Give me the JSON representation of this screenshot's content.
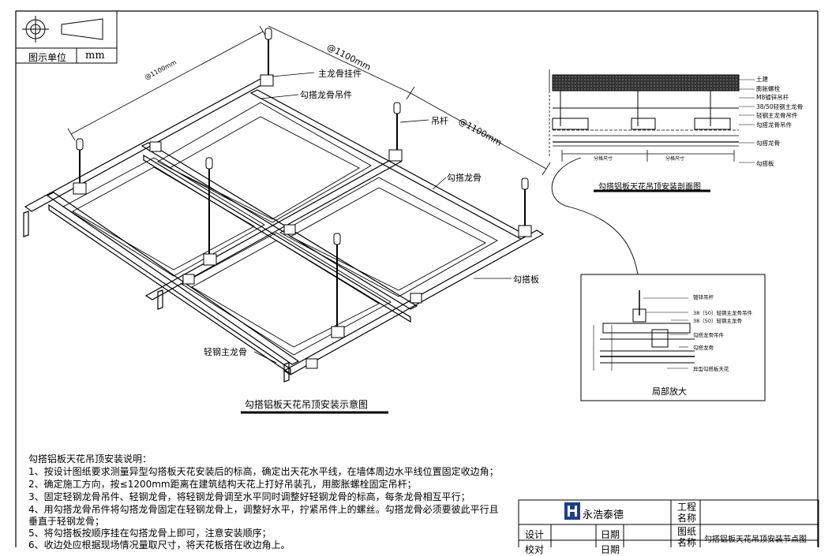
{
  "symbol_box": {
    "label": "图示单位",
    "unit": "mm"
  },
  "main_drawing": {
    "title": "勾搭铝板天花吊顶安装示意图",
    "dim_top_left": "@1100mm",
    "dim_top_right": "@1100mm",
    "dim_right": "@1100mm",
    "labels": {
      "main_hanger": "主龙骨挂件",
      "hook_hanger": "勾搭龙骨吊件",
      "rod": "吊杆",
      "hook_keel": "勾搭龙骨",
      "hook_panel": "勾搭板",
      "light_steel_main": "轻钢主龙骨"
    }
  },
  "section_drawing": {
    "title": "勾搭铝板天花吊顶安装剖面图",
    "labels": [
      "土建",
      "膨胀螺栓",
      "M8镀锌吊杆",
      "38/50轻钢主龙骨",
      "轻钢主龙骨吊件",
      "勾搭龙骨吊件",
      "勾搭龙骨",
      "勾搭板"
    ],
    "dim_labels": [
      "分格尺寸",
      "分格尺寸"
    ]
  },
  "detail_drawing": {
    "title": "局部放大",
    "labels": [
      "镀锌吊杆",
      "38（50）轻钢主龙骨吊件",
      "38（50）轻钢主龙骨",
      "勾搭龙骨吊件",
      "勾搭龙骨",
      "异型勾搭板天花"
    ]
  },
  "notes": {
    "title": "勾搭铝板天花吊顶安装说明：",
    "lines": [
      "1、按设计图纸要求测量异型勾搭板天花安装后的标高，确定出天花水平线，在墙体周边水平线位置固定收边角；",
      "2、确定施工方向，按≤1200mm距离在建筑结构天花上打好吊装孔，用膨胀螺栓固定吊杆；",
      "3、固定轻钢龙骨吊件、轻钢龙骨，将轻钢龙骨调至水平同时调整好轻钢龙骨的标高，每条龙骨相互平行；",
      "4、用勾搭龙骨吊件将勾搭龙骨固定在轻钢龙骨上，调整好水平，拧紧吊件上的螺丝。勾搭龙骨必须要彼此平行且",
      "   垂直于轻钢龙骨；",
      "5、将勾搭板按顺序挂在勾搭龙骨上即可，注意安装顺序；",
      "6、收边处应根据现场情况量取尺寸，将天花板搭在收边角上。"
    ]
  },
  "title_block": {
    "company": "永浩泰德",
    "project_label": "工程名称",
    "drawing_label": "图纸名称",
    "drawing_name": "勾搭铝板天花吊顶安装节点图",
    "design": "设计",
    "check": "校对",
    "date1": "日期",
    "date2": "日期"
  }
}
